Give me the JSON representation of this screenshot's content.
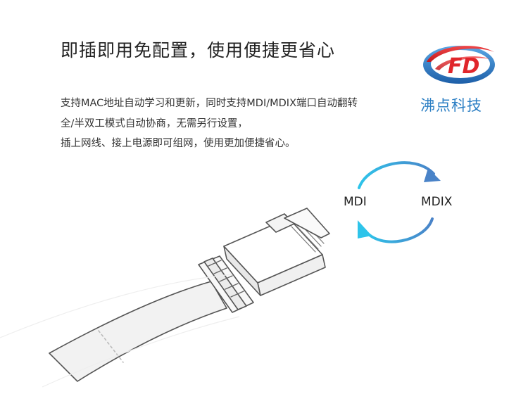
{
  "headline": "即插即用免配置，使用便捷更省心",
  "description": {
    "lines": [
      "支持MAC地址自动学习和更新，同时支持MDI/MDIX端口自动翻转",
      "全/半双工模式自动协商，无需另行设置，",
      "插上网线、接上电源即可组网，使用更加便捷省心。"
    ]
  },
  "brand": {
    "logo_letters": "FD",
    "name": "沸点科技",
    "colors": {
      "red": "#e0262b",
      "blue": "#2c7fc4"
    }
  },
  "cycle": {
    "left_label": "MDI",
    "right_label": "MDIX",
    "colors": {
      "cyan": "#2ec4ea",
      "blue": "#4a83c8"
    }
  },
  "illustration": {
    "icon": "ethernet-cable-rj45-icon"
  }
}
